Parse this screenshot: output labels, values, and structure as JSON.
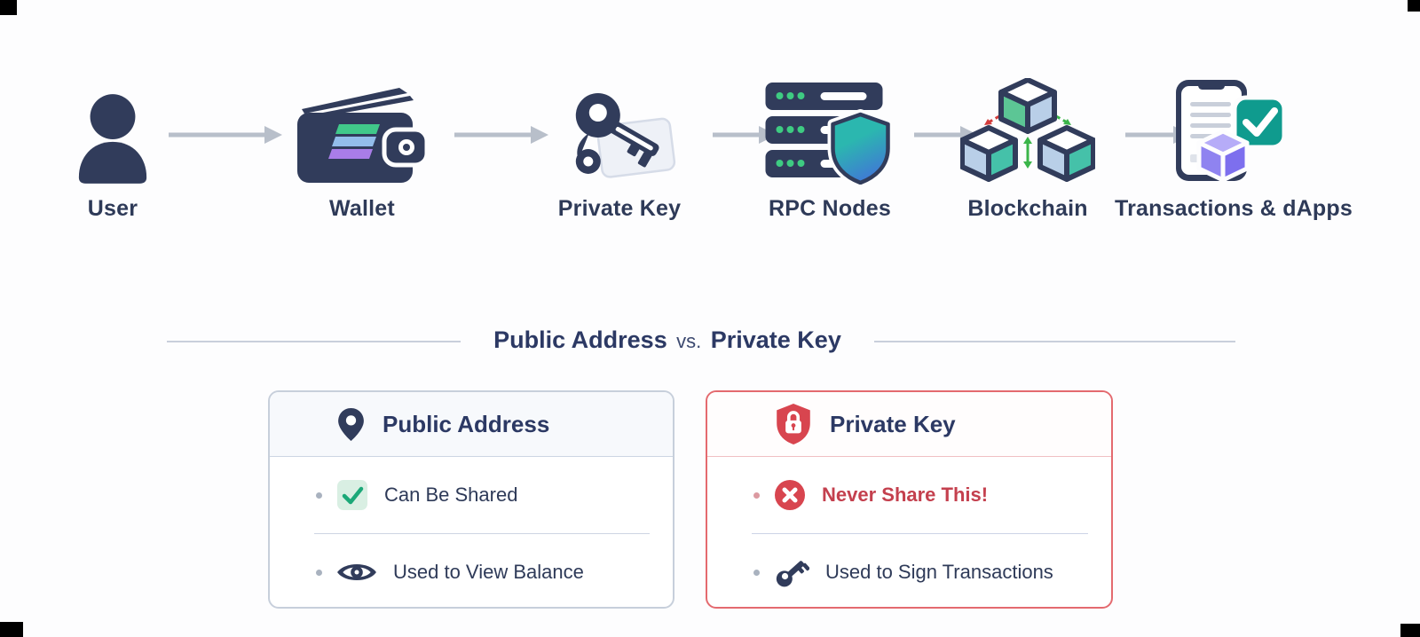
{
  "flow": {
    "nodes": [
      {
        "label": "User",
        "icon": "user-icon"
      },
      {
        "label": "Wallet",
        "icon": "wallet-icon"
      },
      {
        "label": "Private Key",
        "icon": "private-key-icon"
      },
      {
        "label": "RPC Nodes",
        "icon": "server-shield-icon"
      },
      {
        "label": "Blockchain",
        "icon": "blockchain-cubes-icon"
      },
      {
        "label": "Transactions & dApps",
        "icon": "phone-check-icon"
      }
    ]
  },
  "comparison": {
    "heading": {
      "left": "Public Address",
      "mid": "vs.",
      "right": "Private Key"
    },
    "cards": [
      {
        "title": "Public Address",
        "icon": "map-pin-icon",
        "items": [
          {
            "text": "Can Be Shared",
            "icon": "check-badge-icon"
          },
          {
            "text": "Used to View Balance",
            "icon": "eye-icon"
          }
        ]
      },
      {
        "title": "Private Key",
        "icon": "shield-lock-icon",
        "items": [
          {
            "text": "Never Share This!",
            "icon": "x-circle-icon"
          },
          {
            "text": "Used to Sign Transactions",
            "icon": "key-icon"
          }
        ]
      }
    ]
  },
  "colors": {
    "navy": "#313c5b",
    "text_navy": "#2e3a58",
    "title": "#2c3964",
    "arrow": "#b8bfca",
    "sol_green": "#41c98a",
    "sol_blue": "#93bdea",
    "sol_purple": "#a97de8",
    "dot_green": "#3ecb82",
    "shield_teal": "#2bb7af",
    "shield_blue": "#3e7ed2",
    "cube_lblue": "#b9cfe8",
    "cube_green": "#5cc695",
    "cube_teal": "#45c1a9",
    "check_teal": "#0f9b8e",
    "dapp_purple": "#8f83f0",
    "mint": "#d9efe3",
    "check_green": "#1ba878",
    "red": "#d8454f",
    "red_text": "#c4404e",
    "red_border": "#e46a6f",
    "card_border": "#c7cfdb",
    "bullet": "#a9b2bf"
  }
}
